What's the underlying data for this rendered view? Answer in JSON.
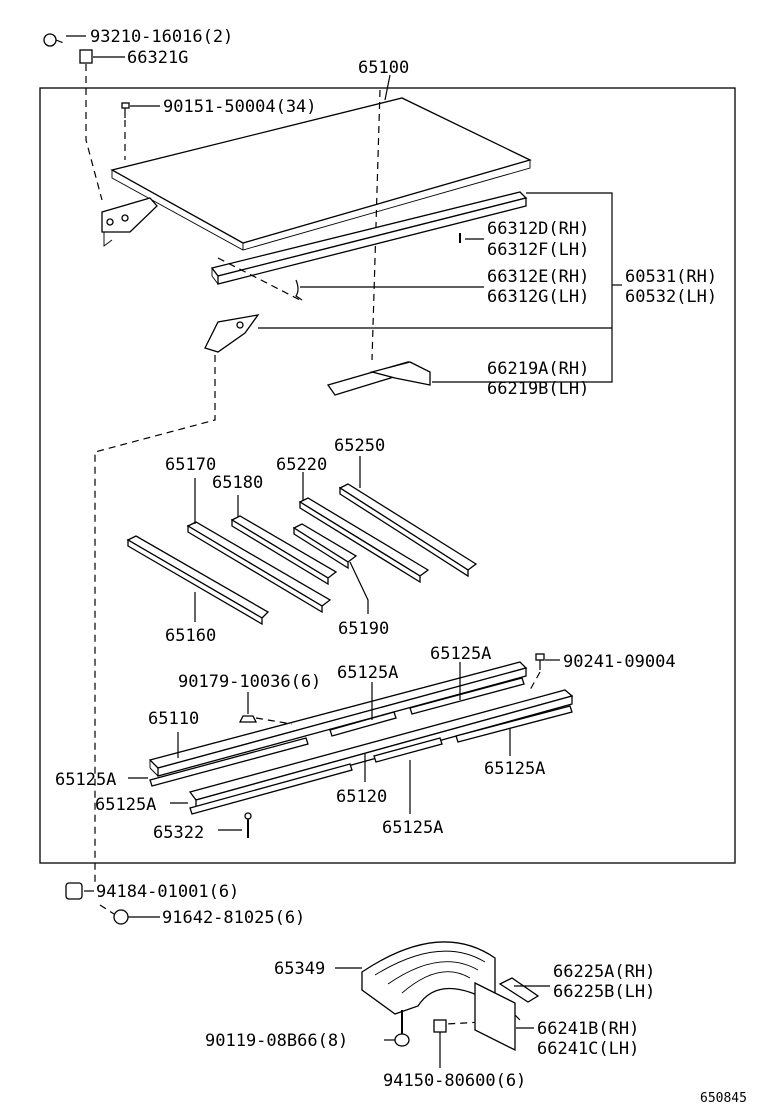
{
  "diagram": {
    "assembly_number": "65100",
    "drawing_number": "650845",
    "labels": {
      "p93210": "93210-16016(2)",
      "p66321G": "66321G",
      "p90151": "90151-50004(34)",
      "p66312D": "66312D(RH)",
      "p66312F": "66312F(LH)",
      "p66312E": "66312E(RH)",
      "p66312G": "66312G(LH)",
      "p60531": "60531(RH)",
      "p60532": "60532(LH)",
      "p66219A": "66219A(RH)",
      "p66219B": "66219B(LH)",
      "p65170": "65170",
      "p65180": "65180",
      "p65220": "65220",
      "p65250": "65250",
      "p65160": "65160",
      "p65190": "65190",
      "p65125A_1": "65125A",
      "p65125A_2": "65125A",
      "p65125A_3": "65125A",
      "p65125A_4": "65125A",
      "p65125A_5": "65125A",
      "p65125A_6": "65125A",
      "p90241": "90241-09004",
      "p90179": "90179-10036(6)",
      "p65110": "65110",
      "p65120": "65120",
      "p65322": "65322",
      "p94184": "94184-01001(6)",
      "p91642": "91642-81025(6)",
      "p65349": "65349",
      "p66225A": "66225A(RH)",
      "p66225B": "66225B(LH)",
      "p66241B": "66241B(RH)",
      "p66241C": "66241C(LH)",
      "p90119": "90119-08B66(8)",
      "p94150": "94150-80600(6)"
    }
  }
}
